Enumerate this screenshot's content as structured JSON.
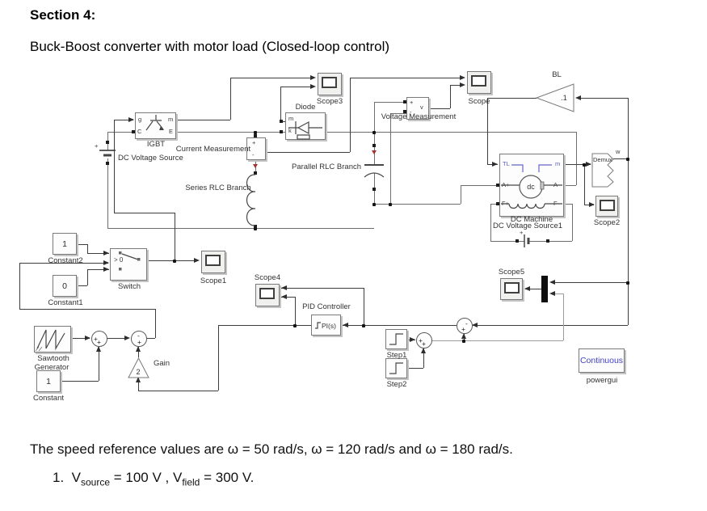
{
  "header": {
    "section": "Section 4:",
    "subtitle": "Buck-Boost converter with motor load (Closed-loop control)"
  },
  "footer": {
    "line1": "The speed reference values are ω = 50 rad/s, ω = 120 rad/s and ω = 180 rad/s.",
    "item_no": "1.",
    "v1_base": "V",
    "v1_sub": "source",
    "v1_val": " = 100 V ,",
    "v2_base": "V",
    "v2_sub": "field",
    "v2_val": " = 300 V."
  },
  "blocks": {
    "scope3": {
      "label": "Scope3"
    },
    "scope": {
      "label": "Scope"
    },
    "scope1": {
      "label": "Scope1"
    },
    "scope2": {
      "label": "Scope2"
    },
    "scope4": {
      "label": "Scope4"
    },
    "scope5": {
      "label": "Scope5"
    },
    "diode": {
      "label": "Diode",
      "port_m": "m",
      "port_k": "k"
    },
    "igbt": {
      "label": "IGBT",
      "port_g": "g",
      "port_m": "m",
      "port_c": "C",
      "port_e": "E"
    },
    "dc_source": {
      "label": "DC Voltage Source",
      "plus": "+"
    },
    "current_meas": {
      "label": "Current Measurement",
      "plus": "+",
      "minus": "-"
    },
    "series_rlc": {
      "label": "Series RLC Branch"
    },
    "parallel_rlc": {
      "label": "Parallel RLC Branch"
    },
    "voltage_meas": {
      "label": "Voltage Measurement",
      "plus": "+",
      "minus": "-",
      "v": "v"
    },
    "bl": {
      "label": "BL",
      "value": ".1"
    },
    "dc_machine": {
      "label1": "DC Machine",
      "label2": "DC Voltage Source1",
      "tl": "TL",
      "m": "m",
      "aplus": "A+",
      "aminus": "A-",
      "fplus": "F+",
      "fminus": "F-",
      "dc": "dc",
      "bat_plus": "+"
    },
    "demux": {
      "label": "Demux",
      "w": "w"
    },
    "constant2": {
      "label": "Constant2",
      "value": "1"
    },
    "constant1": {
      "label": "Constant1",
      "value": "0"
    },
    "constant": {
      "label": "Constant",
      "value": "1"
    },
    "switch": {
      "label": "Switch",
      "criteria": "> 0"
    },
    "sawtooth": {
      "label1": "Sawtooth",
      "label2": "Generator"
    },
    "gain": {
      "label": "Gain",
      "value": "2"
    },
    "pid": {
      "label": "PID Controller",
      "text": "PI(s)"
    },
    "step1": {
      "label": "Step1"
    },
    "step2": {
      "label": "Step2"
    },
    "powergui": {
      "label": "powergui",
      "display": "Continuous"
    },
    "sums": {
      "sum1": {
        "a": "+",
        "b": "+"
      },
      "sum2": {
        "a": "-",
        "b": "+"
      },
      "sum3": {
        "a": "+",
        "b": "+"
      },
      "sum4": {
        "a": "-",
        "b": "+"
      }
    }
  }
}
